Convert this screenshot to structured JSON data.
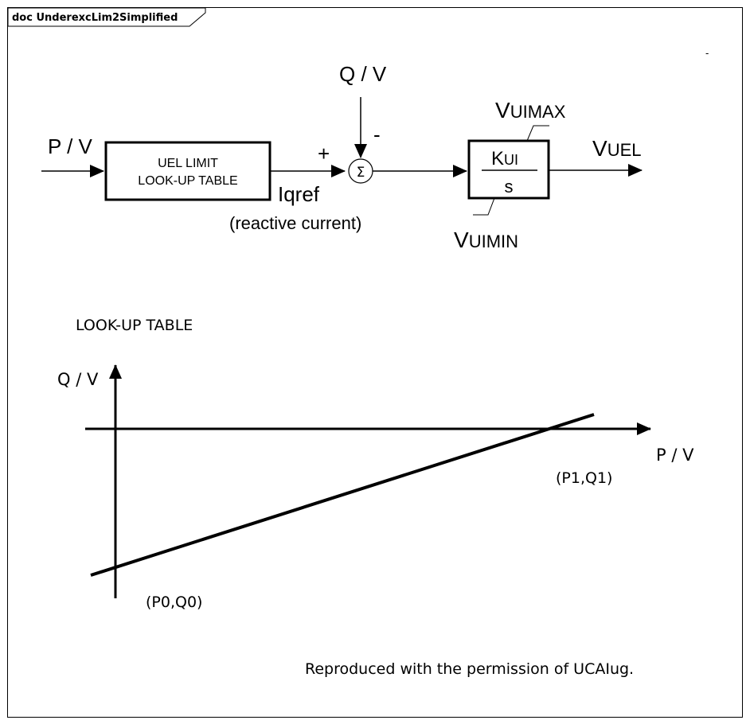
{
  "frame": {
    "title": "doc UnderexcLim2Simplified"
  },
  "block_diagram": {
    "input_label": "P / V",
    "lookup_block_line1": "UEL LIMIT",
    "lookup_block_line2": "LOOK-UP TABLE",
    "feedback_label": "Q / V",
    "plus_sign": "+",
    "minus_sign": "-",
    "sum_symbol": "Σ",
    "iqref_label": "Iqref",
    "iqref_note": "(reactive current)",
    "integrator_numerator_main": "K",
    "integrator_numerator_sub": "UI",
    "integrator_denominator": "s",
    "max_label_main": "V",
    "max_label_sub": "UIMAX",
    "min_label_main": "V",
    "min_label_sub": "UIMIN",
    "output_label_main": "V",
    "output_label_sub": "UEL",
    "stray_mark": "-"
  },
  "lookup_chart": {
    "heading": "LOOK-UP TABLE",
    "y_axis_label": "Q / V",
    "x_axis_label": "P / V",
    "point0_label": "(P0,Q0)",
    "point1_label": "(P1,Q1)"
  },
  "footer": {
    "credit": "Reproduced with the permission of UCAIug."
  }
}
